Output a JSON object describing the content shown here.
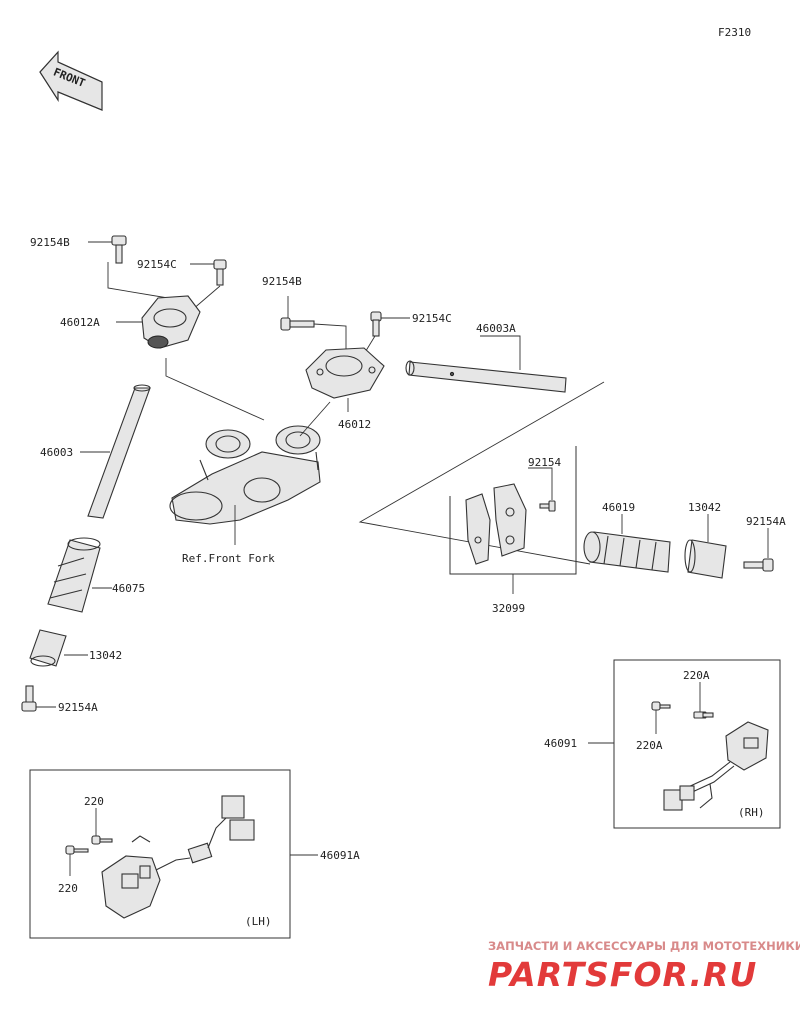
{
  "diagram_code": "F2310",
  "front_label": "FRONT",
  "ref_label": "Ref.Front Fork",
  "parts": {
    "p92154B_left": "92154B",
    "p92154C_left": "92154C",
    "p46012A": "46012A",
    "p46003": "46003",
    "p46075": "46075",
    "p13042_left": "13042",
    "p92154A_left": "92154A",
    "p92154B_right": "92154B",
    "p92154C_right": "92154C",
    "p46003A": "46003A",
    "p46012": "46012",
    "p92154_mid": "92154",
    "p46019": "46019",
    "p13042_right": "13042",
    "p92154A_right": "92154A",
    "p32099": "32099",
    "p220A_top": "220A",
    "p220A_bottom": "220A",
    "p46091": "46091",
    "p220_top": "220",
    "p220_bottom": "220",
    "p46091A": "46091A"
  },
  "box_labels": {
    "rh": "(RH)",
    "lh": "(LH)"
  },
  "watermark": {
    "line1": "ЗАПЧАСТИ И АКСЕССУАРЫ ДЛЯ МОТОТЕХНИКИ",
    "line2": "PARTSFOR.RU"
  }
}
